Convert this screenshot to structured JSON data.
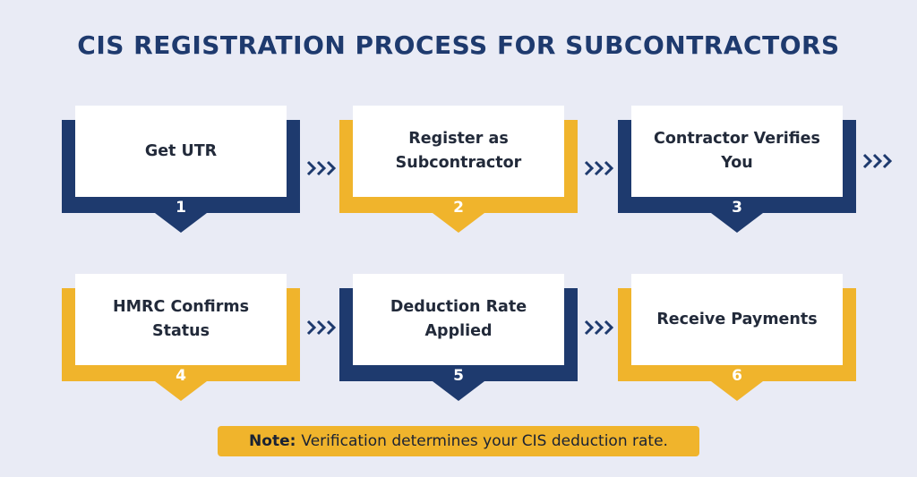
{
  "title": "CIS REGISTRATION PROCESS FOR SUBCONTRACTORS",
  "steps": [
    {
      "number": "1",
      "label": "Get UTR"
    },
    {
      "number": "2",
      "label": "Register as Subcontractor"
    },
    {
      "number": "3",
      "label": "Contractor Verifies You"
    },
    {
      "number": "4",
      "label": "HMRC Confirms Status"
    },
    {
      "number": "5",
      "label": "Deduction Rate Applied"
    },
    {
      "number": "6",
      "label": "Receive Payments"
    }
  ],
  "note": {
    "label": "Note:",
    "text": "Verification determines your CIS deduction rate."
  },
  "colors": {
    "navy": "#1e3a6e",
    "gold": "#f0b42c",
    "background": "#e9ebf5",
    "card": "#ffffff"
  },
  "icons": {
    "connector": "triple-chevron-right-icon"
  }
}
